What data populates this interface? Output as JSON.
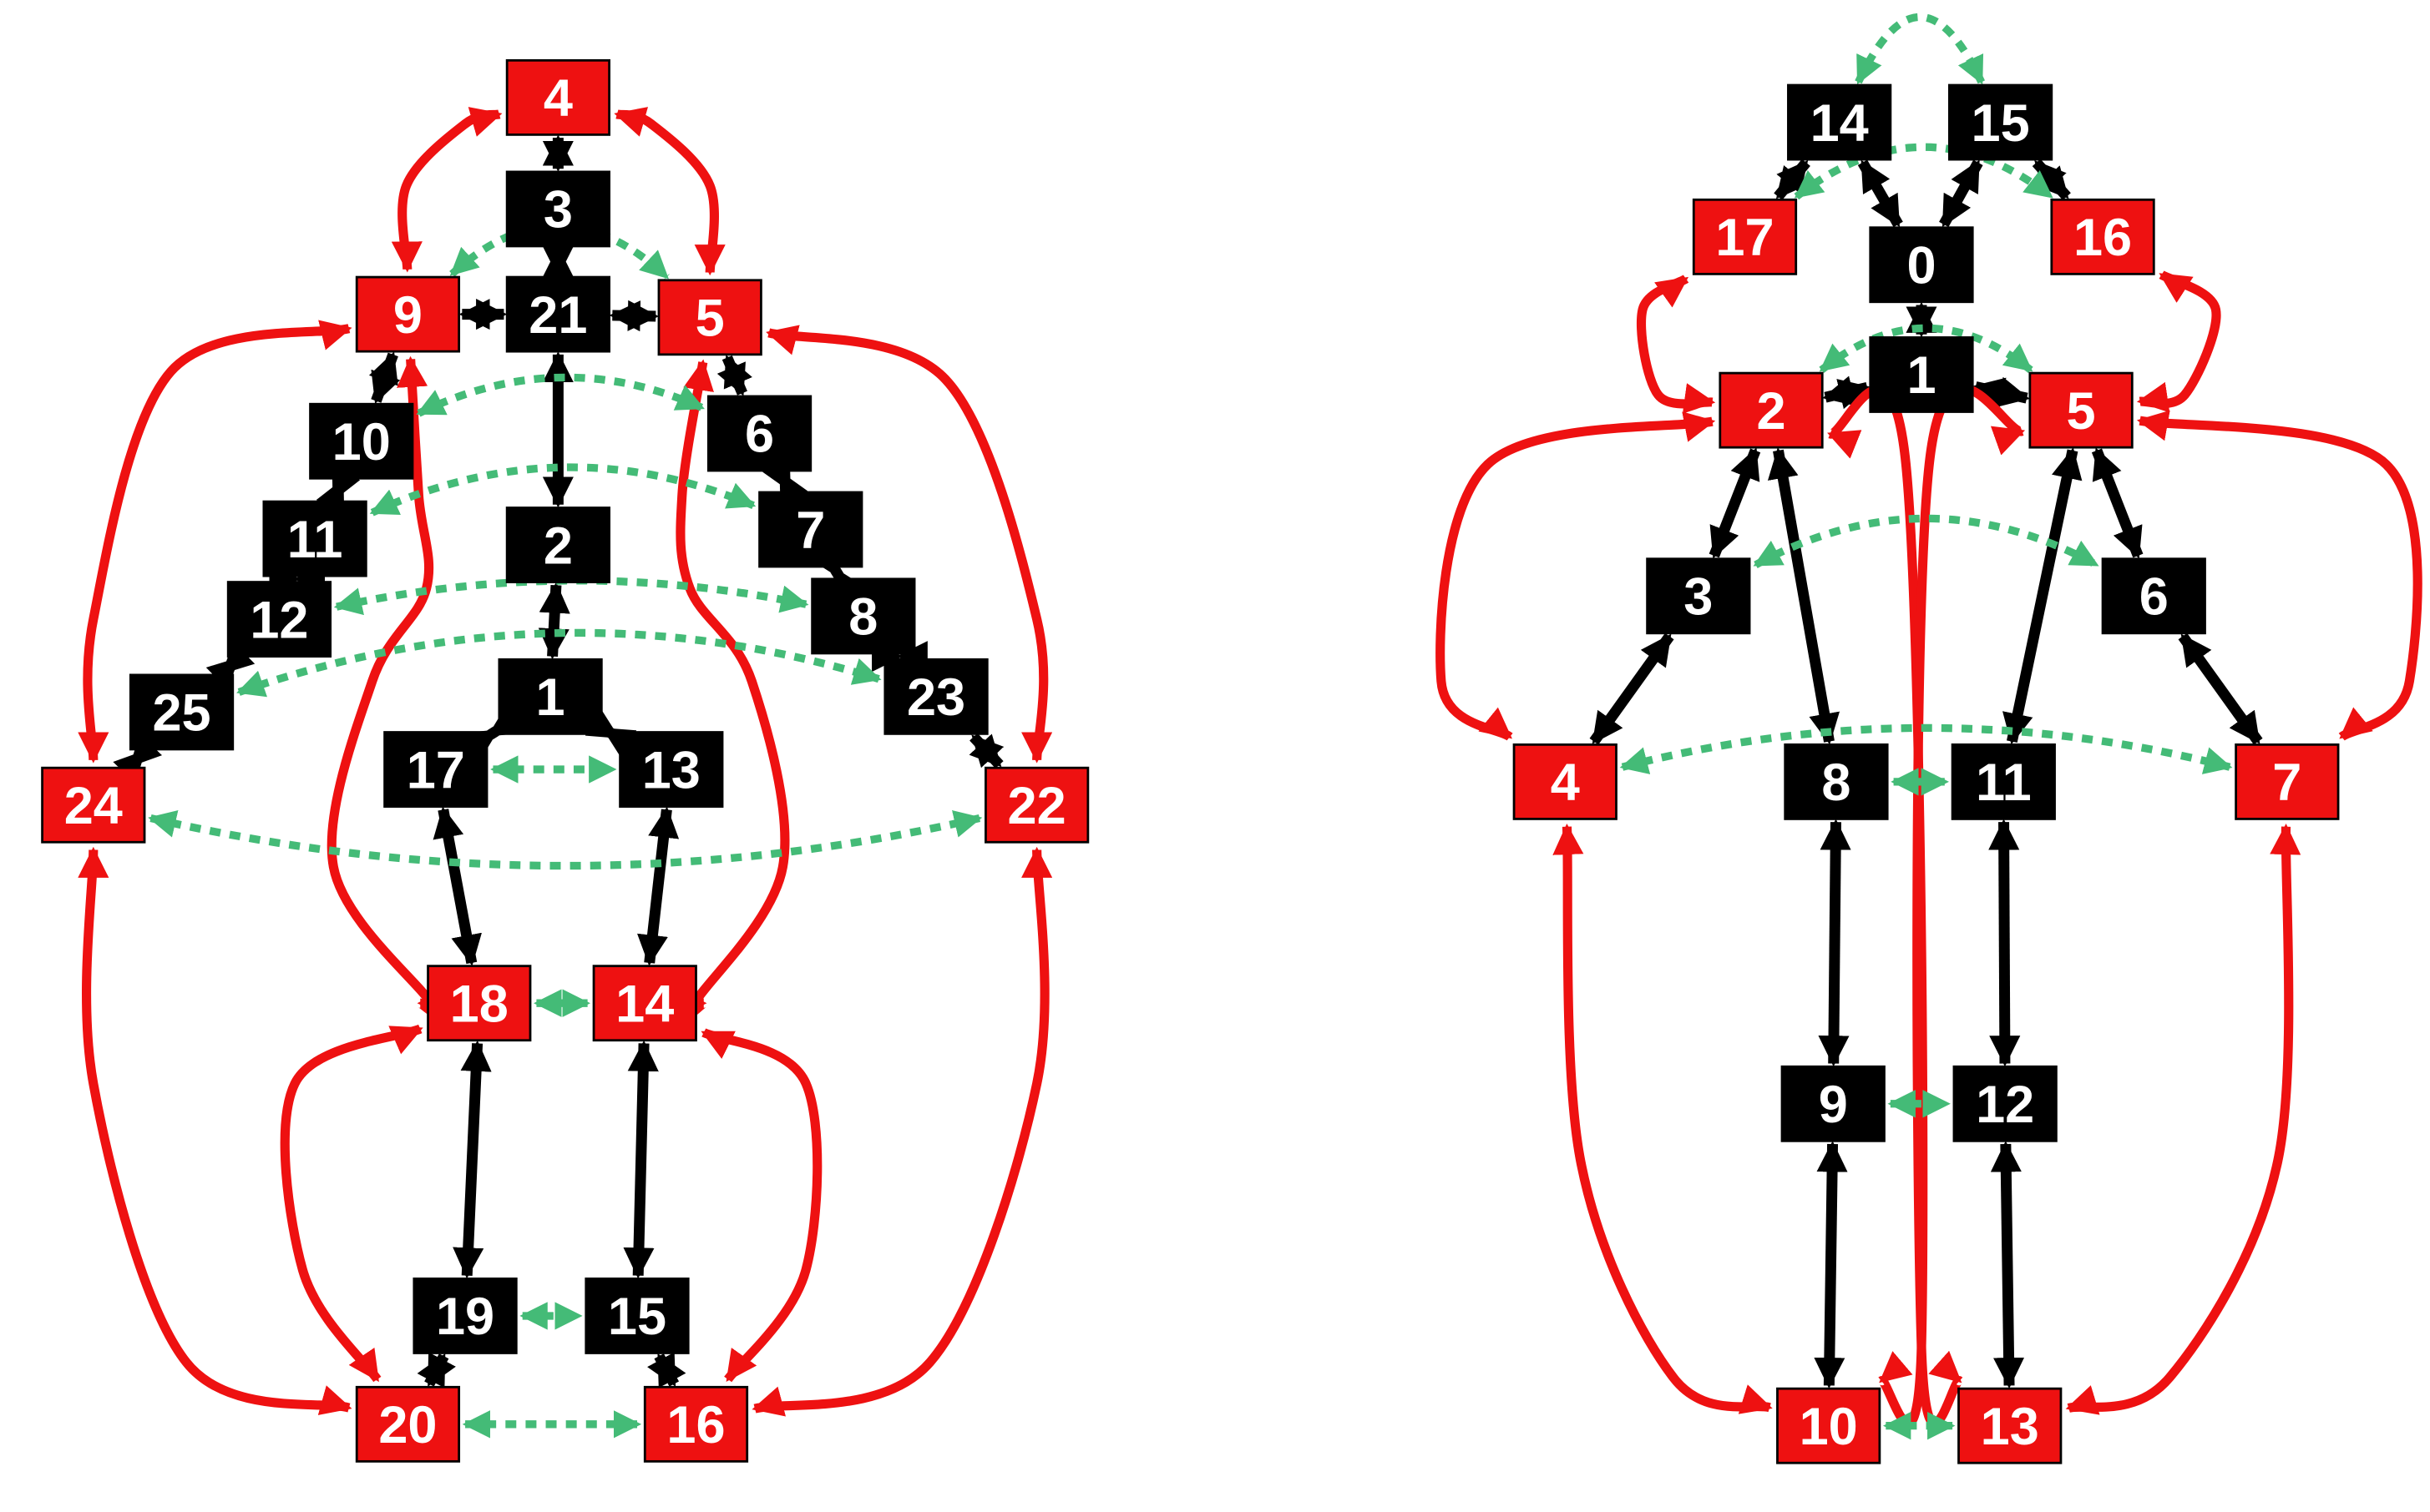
{
  "colors": {
    "black_node": "#000000",
    "red_node": "#ee1111",
    "node_text": "#ffffff",
    "black_edge": "#000000",
    "red_edge": "#ee1111",
    "green_edge": "#44bb77"
  },
  "diagrams": [
    {
      "name": "left-skeleton-graph",
      "nodes": [
        {
          "id": "4",
          "label": "4",
          "color": "red"
        },
        {
          "id": "3",
          "label": "3",
          "color": "black"
        },
        {
          "id": "9",
          "label": "9",
          "color": "red"
        },
        {
          "id": "21",
          "label": "21",
          "color": "black"
        },
        {
          "id": "5",
          "label": "5",
          "color": "red"
        },
        {
          "id": "10",
          "label": "10",
          "color": "black"
        },
        {
          "id": "6",
          "label": "6",
          "color": "black"
        },
        {
          "id": "11",
          "label": "11",
          "color": "black"
        },
        {
          "id": "2",
          "label": "2",
          "color": "black"
        },
        {
          "id": "7",
          "label": "7",
          "color": "black"
        },
        {
          "id": "12",
          "label": "12",
          "color": "black"
        },
        {
          "id": "8",
          "label": "8",
          "color": "black"
        },
        {
          "id": "25",
          "label": "25",
          "color": "black"
        },
        {
          "id": "1",
          "label": "1",
          "color": "black"
        },
        {
          "id": "23",
          "label": "23",
          "color": "black"
        },
        {
          "id": "17",
          "label": "17",
          "color": "black"
        },
        {
          "id": "13",
          "label": "13",
          "color": "black"
        },
        {
          "id": "24",
          "label": "24",
          "color": "red"
        },
        {
          "id": "22",
          "label": "22",
          "color": "red"
        },
        {
          "id": "18",
          "label": "18",
          "color": "red"
        },
        {
          "id": "14",
          "label": "14",
          "color": "red"
        },
        {
          "id": "19",
          "label": "19",
          "color": "black"
        },
        {
          "id": "15",
          "label": "15",
          "color": "black"
        },
        {
          "id": "20",
          "label": "20",
          "color": "red"
        },
        {
          "id": "16",
          "label": "16",
          "color": "red"
        }
      ],
      "edges": [
        {
          "from": "4",
          "to": "3",
          "type": "black"
        },
        {
          "from": "3",
          "to": "21",
          "type": "black"
        },
        {
          "from": "9",
          "to": "21",
          "type": "black"
        },
        {
          "from": "21",
          "to": "5",
          "type": "black"
        },
        {
          "from": "21",
          "to": "2",
          "type": "black"
        },
        {
          "from": "2",
          "to": "1",
          "type": "black"
        },
        {
          "from": "1",
          "to": "17",
          "type": "black"
        },
        {
          "from": "1",
          "to": "13",
          "type": "black"
        },
        {
          "from": "9",
          "to": "10",
          "type": "black"
        },
        {
          "from": "10",
          "to": "11",
          "type": "black"
        },
        {
          "from": "11",
          "to": "12",
          "type": "black"
        },
        {
          "from": "12",
          "to": "25",
          "type": "black"
        },
        {
          "from": "25",
          "to": "24",
          "type": "black"
        },
        {
          "from": "5",
          "to": "6",
          "type": "black"
        },
        {
          "from": "6",
          "to": "7",
          "type": "black"
        },
        {
          "from": "7",
          "to": "8",
          "type": "black"
        },
        {
          "from": "8",
          "to": "23",
          "type": "black"
        },
        {
          "from": "23",
          "to": "22",
          "type": "black"
        },
        {
          "from": "17",
          "to": "18",
          "type": "black"
        },
        {
          "from": "13",
          "to": "14",
          "type": "black"
        },
        {
          "from": "18",
          "to": "19",
          "type": "black"
        },
        {
          "from": "14",
          "to": "15",
          "type": "black"
        },
        {
          "from": "19",
          "to": "20",
          "type": "black"
        },
        {
          "from": "15",
          "to": "16",
          "type": "black"
        },
        {
          "from": "4",
          "to": "9",
          "type": "red"
        },
        {
          "from": "4",
          "to": "5",
          "type": "red"
        },
        {
          "from": "9",
          "to": "24",
          "type": "red"
        },
        {
          "from": "5",
          "to": "22",
          "type": "red"
        },
        {
          "from": "9",
          "to": "18",
          "type": "red"
        },
        {
          "from": "5",
          "to": "14",
          "type": "red"
        },
        {
          "from": "24",
          "to": "20",
          "type": "red"
        },
        {
          "from": "22",
          "to": "16",
          "type": "red"
        },
        {
          "from": "18",
          "to": "20",
          "type": "red"
        },
        {
          "from": "14",
          "to": "16",
          "type": "red"
        },
        {
          "from": "9",
          "to": "5",
          "type": "green"
        },
        {
          "from": "10",
          "to": "6",
          "type": "green"
        },
        {
          "from": "11",
          "to": "7",
          "type": "green"
        },
        {
          "from": "12",
          "to": "8",
          "type": "green"
        },
        {
          "from": "25",
          "to": "23",
          "type": "green"
        },
        {
          "from": "24",
          "to": "22",
          "type": "green"
        },
        {
          "from": "17",
          "to": "13",
          "type": "green"
        },
        {
          "from": "18",
          "to": "14",
          "type": "green"
        },
        {
          "from": "19",
          "to": "15",
          "type": "green"
        },
        {
          "from": "20",
          "to": "16",
          "type": "green"
        }
      ]
    },
    {
      "name": "right-skeleton-graph",
      "nodes": [
        {
          "id": "14",
          "label": "14",
          "color": "black"
        },
        {
          "id": "15",
          "label": "15",
          "color": "black"
        },
        {
          "id": "17",
          "label": "17",
          "color": "red"
        },
        {
          "id": "0",
          "label": "0",
          "color": "black"
        },
        {
          "id": "16",
          "label": "16",
          "color": "red"
        },
        {
          "id": "1",
          "label": "1",
          "color": "black"
        },
        {
          "id": "2",
          "label": "2",
          "color": "red"
        },
        {
          "id": "5",
          "label": "5",
          "color": "red"
        },
        {
          "id": "3",
          "label": "3",
          "color": "black"
        },
        {
          "id": "6",
          "label": "6",
          "color": "black"
        },
        {
          "id": "4",
          "label": "4",
          "color": "red"
        },
        {
          "id": "8",
          "label": "8",
          "color": "black"
        },
        {
          "id": "11",
          "label": "11",
          "color": "black"
        },
        {
          "id": "7",
          "label": "7",
          "color": "red"
        },
        {
          "id": "9",
          "label": "9",
          "color": "black"
        },
        {
          "id": "12",
          "label": "12",
          "color": "black"
        },
        {
          "id": "10",
          "label": "10",
          "color": "red"
        },
        {
          "id": "13",
          "label": "13",
          "color": "red"
        }
      ],
      "edges": [
        {
          "from": "14",
          "to": "17",
          "type": "black"
        },
        {
          "from": "14",
          "to": "0",
          "type": "black"
        },
        {
          "from": "15",
          "to": "0",
          "type": "black"
        },
        {
          "from": "15",
          "to": "16",
          "type": "black"
        },
        {
          "from": "0",
          "to": "1",
          "type": "black"
        },
        {
          "from": "1",
          "to": "2",
          "type": "black"
        },
        {
          "from": "1",
          "to": "5",
          "type": "black"
        },
        {
          "from": "2",
          "to": "3",
          "type": "black"
        },
        {
          "from": "3",
          "to": "4",
          "type": "black"
        },
        {
          "from": "2",
          "to": "8",
          "type": "black"
        },
        {
          "from": "5",
          "to": "6",
          "type": "black"
        },
        {
          "from": "6",
          "to": "7",
          "type": "black"
        },
        {
          "from": "5",
          "to": "11",
          "type": "black"
        },
        {
          "from": "8",
          "to": "9",
          "type": "black"
        },
        {
          "from": "9",
          "to": "10",
          "type": "black"
        },
        {
          "from": "11",
          "to": "12",
          "type": "black"
        },
        {
          "from": "12",
          "to": "13",
          "type": "black"
        },
        {
          "from": "17",
          "to": "2",
          "type": "red"
        },
        {
          "from": "16",
          "to": "5",
          "type": "red"
        },
        {
          "from": "2",
          "to": "4",
          "type": "red"
        },
        {
          "from": "5",
          "to": "7",
          "type": "red"
        },
        {
          "from": "4",
          "to": "10",
          "type": "red"
        },
        {
          "from": "7",
          "to": "13",
          "type": "red"
        },
        {
          "from": "2",
          "to": "10",
          "type": "red"
        },
        {
          "from": "5",
          "to": "13",
          "type": "red"
        },
        {
          "from": "14",
          "to": "15",
          "type": "green"
        },
        {
          "from": "17",
          "to": "16",
          "type": "green"
        },
        {
          "from": "2",
          "to": "5",
          "type": "green"
        },
        {
          "from": "3",
          "to": "6",
          "type": "green"
        },
        {
          "from": "4",
          "to": "7",
          "type": "green"
        },
        {
          "from": "8",
          "to": "11",
          "type": "green"
        },
        {
          "from": "9",
          "to": "12",
          "type": "green"
        },
        {
          "from": "10",
          "to": "13",
          "type": "green"
        }
      ]
    }
  ]
}
